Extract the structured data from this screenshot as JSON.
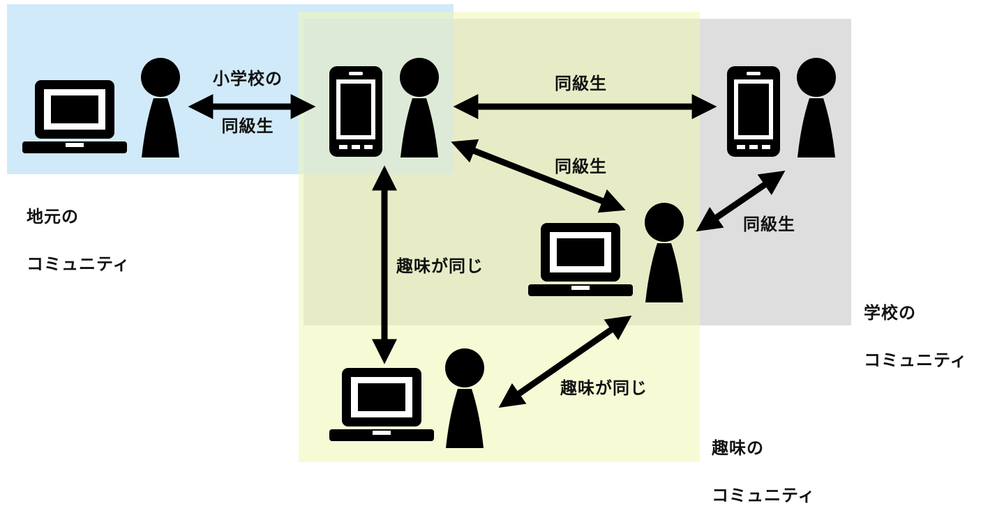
{
  "colors": {
    "local_region": "#cfe9f9",
    "school_region": "#dcdcdc",
    "hobby_region": "#eef8b4",
    "icon": "#000000",
    "background": "#ffffff"
  },
  "regions": {
    "local": {
      "label_line1": "地元の",
      "label_line2": "コミュニティ"
    },
    "school": {
      "label_line1": "学校の",
      "label_line2": "コミュニティ"
    },
    "hobby": {
      "label_line1": "趣味の",
      "label_line2": "コミュニティ"
    }
  },
  "nodes": [
    {
      "id": "local-user",
      "device": "laptop-icon"
    },
    {
      "id": "central-user",
      "device": "smartphone-icon"
    },
    {
      "id": "school-user",
      "device": "smartphone-icon"
    },
    {
      "id": "middle-user",
      "device": "laptop-icon"
    },
    {
      "id": "hobby-user",
      "device": "laptop-icon"
    }
  ],
  "edges": {
    "local_central": {
      "line1": "小学校の",
      "line2": "同級生"
    },
    "central_school": "同級生",
    "central_middle": "同級生",
    "school_middle": "同級生",
    "central_hobby": "趣味が同じ",
    "middle_hobby": "趣味が同じ"
  }
}
